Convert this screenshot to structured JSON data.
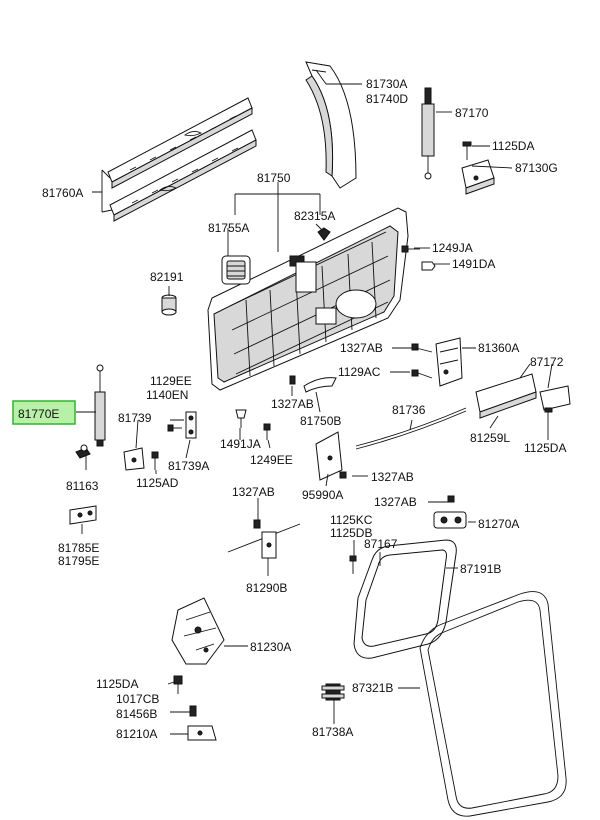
{
  "labels": {
    "l81760A": "81760A",
    "l81730A": "81730A",
    "l81740D": "81740D",
    "l87170": "87170",
    "l1125DA_1": "1125DA",
    "l87130G": "87130G",
    "l81750": "81750",
    "l81755A": "81755A",
    "l82315A": "82315A",
    "l1249JA": "1249JA",
    "l1491DA": "1491DA",
    "l82191": "82191",
    "l1327AB_1": "1327AB",
    "l81360A": "81360A",
    "l87172": "87172",
    "l1129AC": "1129AC",
    "l1129EE": "1129EE",
    "l1140EN": "1140EN",
    "l1327AB_2": "1327AB",
    "l81770E": "81770E",
    "l81739": "81739",
    "l81736": "81736",
    "l81750B": "81750B",
    "l81259L": "81259L",
    "l1125DA_2": "1125DA",
    "l1491JA": "1491JA",
    "l1249EE": "1249EE",
    "l81739A": "81739A",
    "l1327AB_3": "1327AB",
    "l81163": "81163",
    "l1125AD": "1125AD",
    "l1327AB_4": "1327AB",
    "l95990A": "95990A",
    "l1327AB_5": "1327AB",
    "l1125KC": "1125KC",
    "l81270A": "81270A",
    "l1125DB": "1125DB",
    "l87167": "87167",
    "l81785E": "81785E",
    "l81795E": "81795E",
    "l87191B": "87191B",
    "l81290B": "81290B",
    "l81230A": "81230A",
    "l1125DA_3": "1125DA",
    "l87321B": "87321B",
    "l1017CB": "1017CB",
    "l81456B": "81456B",
    "l81210A": "81210A",
    "l81738A": "81738A"
  },
  "highlight": {
    "part": "81770E",
    "fill_color": "#b8f0a8",
    "border_color": "#2fb52a"
  }
}
